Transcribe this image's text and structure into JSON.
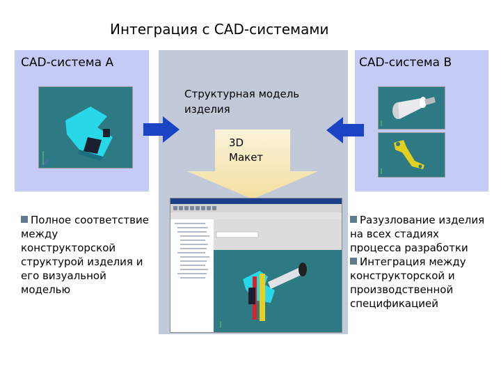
{
  "title": "Интеграция с CAD-системами",
  "left_panel": {
    "label": "CAD-система А"
  },
  "right_panel": {
    "label": "CAD-система В"
  },
  "center": {
    "model_label": "Структурная модель изделия",
    "maket_label_1": "3D",
    "maket_label_2": "Макет"
  },
  "bullets_left": [
    "Полное соответствие между конструкторской структурой изделия и его визуальной моделью"
  ],
  "bullets_right": [
    "Разузлование изделия на всех стадиях процесса разработки",
    "Интеграция между конструкторской и производственной спецификацией"
  ],
  "colors": {
    "side_panel": "#c6cbf5",
    "center_panel": "#c2c9d8",
    "arrow": "#1a44c4",
    "maket": "#f7e7b0",
    "viewport": "#2d7a85",
    "bullet": "#5f7c8e"
  }
}
